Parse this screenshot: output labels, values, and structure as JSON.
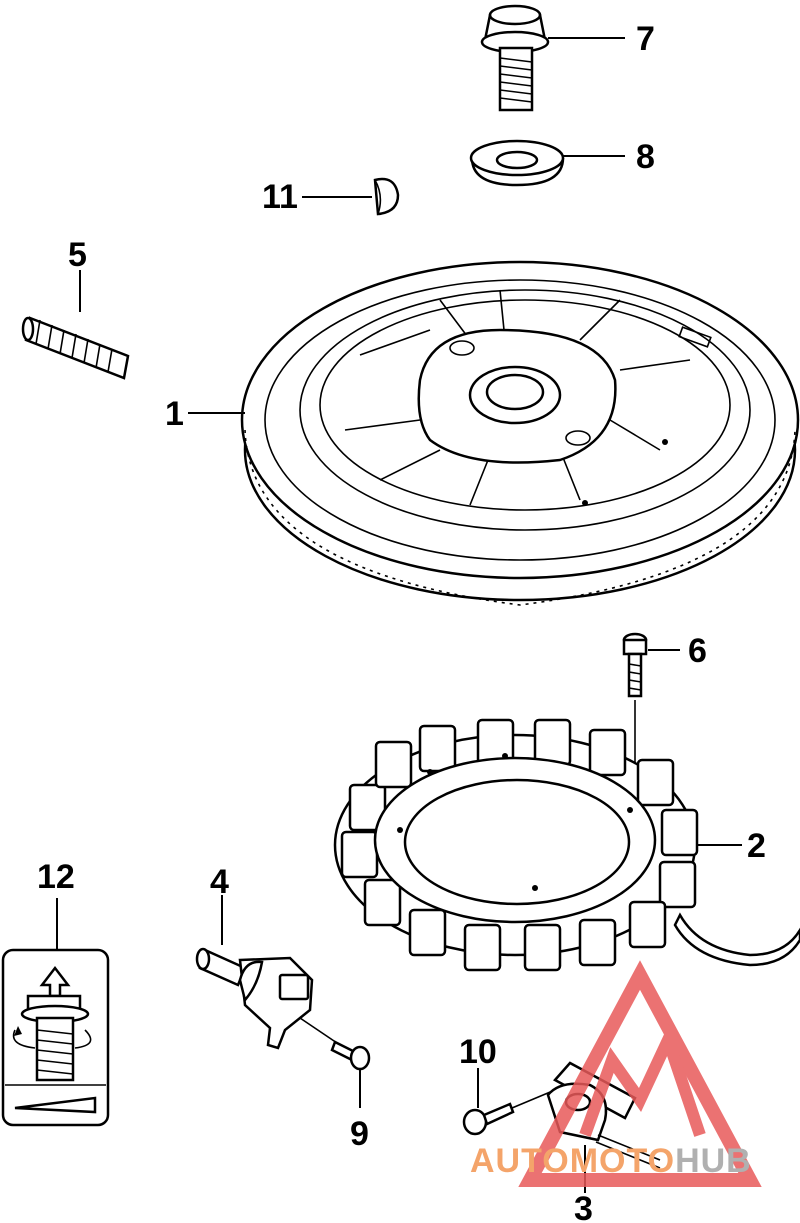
{
  "callouts": {
    "c1": "1",
    "c2": "2",
    "c3": "3",
    "c4": "4",
    "c5": "5",
    "c6": "6",
    "c7": "7",
    "c8": "8",
    "c9": "9",
    "c10": "10",
    "c11": "11",
    "c12": "12"
  },
  "watermark": {
    "part1": "AUTOMOTO",
    "part2": "HUB",
    "color_primary": "#f4a46a",
    "color_secondary": "#b0b0b0",
    "logo_color": "#e85a5a"
  },
  "icons": {
    "torque_icon": "tighten-screw-icon",
    "logo": "triangle-mountain-logo"
  }
}
